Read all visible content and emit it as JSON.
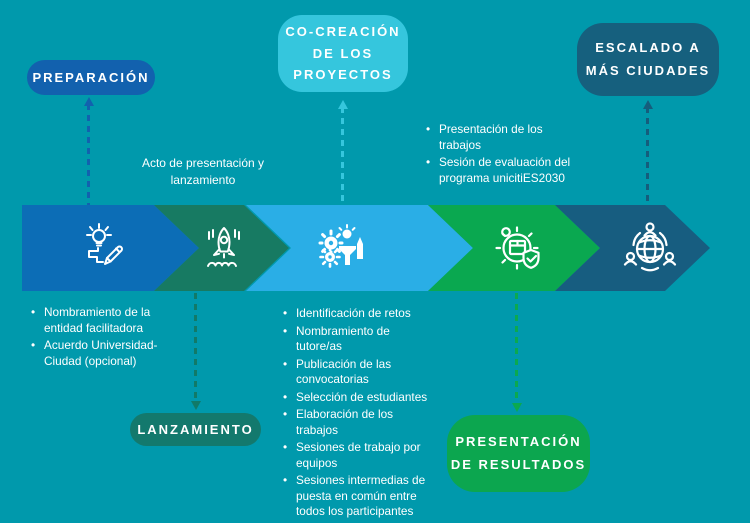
{
  "background_color": "#0099ac",
  "stage_labels": {
    "preparacion": {
      "label": "PREPARACIÓN",
      "color": "#1261ae"
    },
    "cocreacion": {
      "line1": "CO-CREACIÓN",
      "line2": "DE LOS",
      "line3": "PROYECTOS",
      "color": "#35c6dd"
    },
    "escalado": {
      "line1": "ESCALADO A",
      "line2": "MÁS CIUDADES",
      "color": "#16607e"
    },
    "lanzamiento": {
      "label": "LANZAMIENTO",
      "color": "#13796d"
    },
    "presentacion": {
      "line1": "PRESENTACIÓN",
      "line2": "DE RESULTADOS",
      "color": "#0ca64f"
    }
  },
  "annotations": {
    "acto": "Acto de presentación y lanzamiento"
  },
  "bullet_lists": {
    "evaluation": [
      "Presentación de los trabajos",
      "Sesión de evaluación del programa unicitiES2030"
    ],
    "preparation": [
      "Nombramiento de la entidad facilitadora",
      "Acuerdo Universidad-Ciudad (opcional)"
    ],
    "cocreation": [
      "Identificación de retos",
      "Nombramiento de tutore/as",
      "Publicación de las convocatorias",
      "Selección de estudiantes",
      "Elaboración de los trabajos",
      "Sesiones de trabajo por equipos",
      "Sesiones intermedias de puesta en común entre todos los participantes"
    ]
  },
  "chevrons": [
    {
      "icon": "idea-pencil-icon",
      "color": "#0c6db6"
    },
    {
      "icon": "rocket-launch-icon",
      "color": "#177a62"
    },
    {
      "icon": "cocreation-gears-icon",
      "color": "#2aaee6"
    },
    {
      "icon": "evaluation-check-icon",
      "color": "#0aa850"
    },
    {
      "icon": "global-network-icon",
      "color": "#175d80"
    }
  ]
}
